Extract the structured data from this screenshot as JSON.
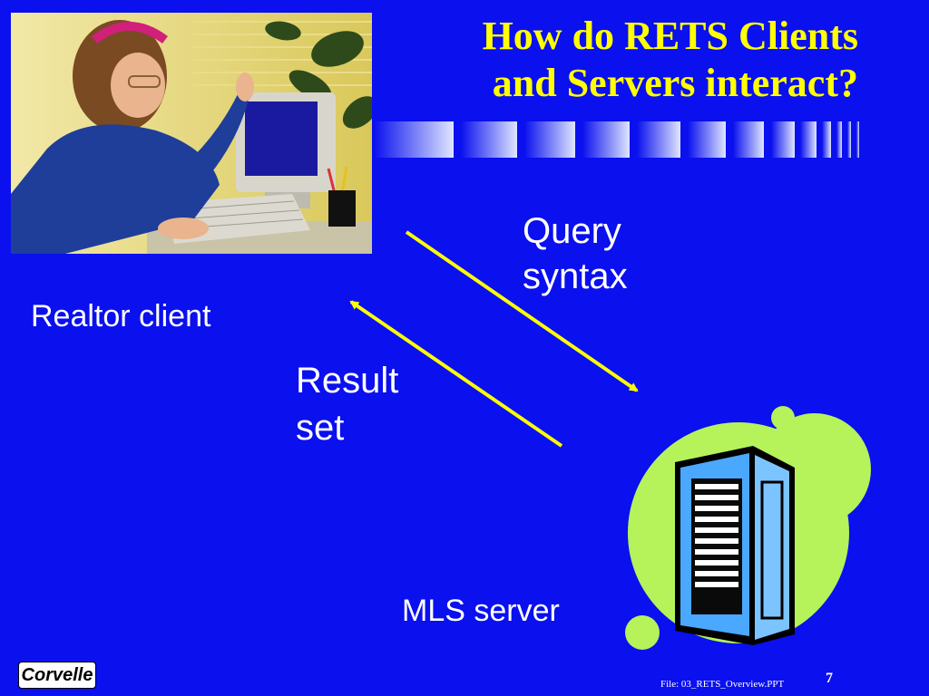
{
  "slide": {
    "title_line1": "How do RETS Clients",
    "title_line2": "and Servers interact?",
    "colors": {
      "background": "#0a10ee",
      "title": "#ffff00",
      "arrow": "#ffff00",
      "circle": "#b6f25a",
      "server": "#4aa8ff"
    }
  },
  "diagram": {
    "client_label": "Realtor client",
    "query_label_line1": "Query",
    "query_label_line2": "syntax",
    "result_label_line1": "Result",
    "result_label_line2": "set",
    "server_label": "MLS server",
    "client_image": "woman-at-computer-photo",
    "server_icon": "server-rack-icon"
  },
  "footer": {
    "logo_text": "Corvelle",
    "file_label": "File: 03_RETS_Overview.PPT",
    "page_number": "7"
  }
}
